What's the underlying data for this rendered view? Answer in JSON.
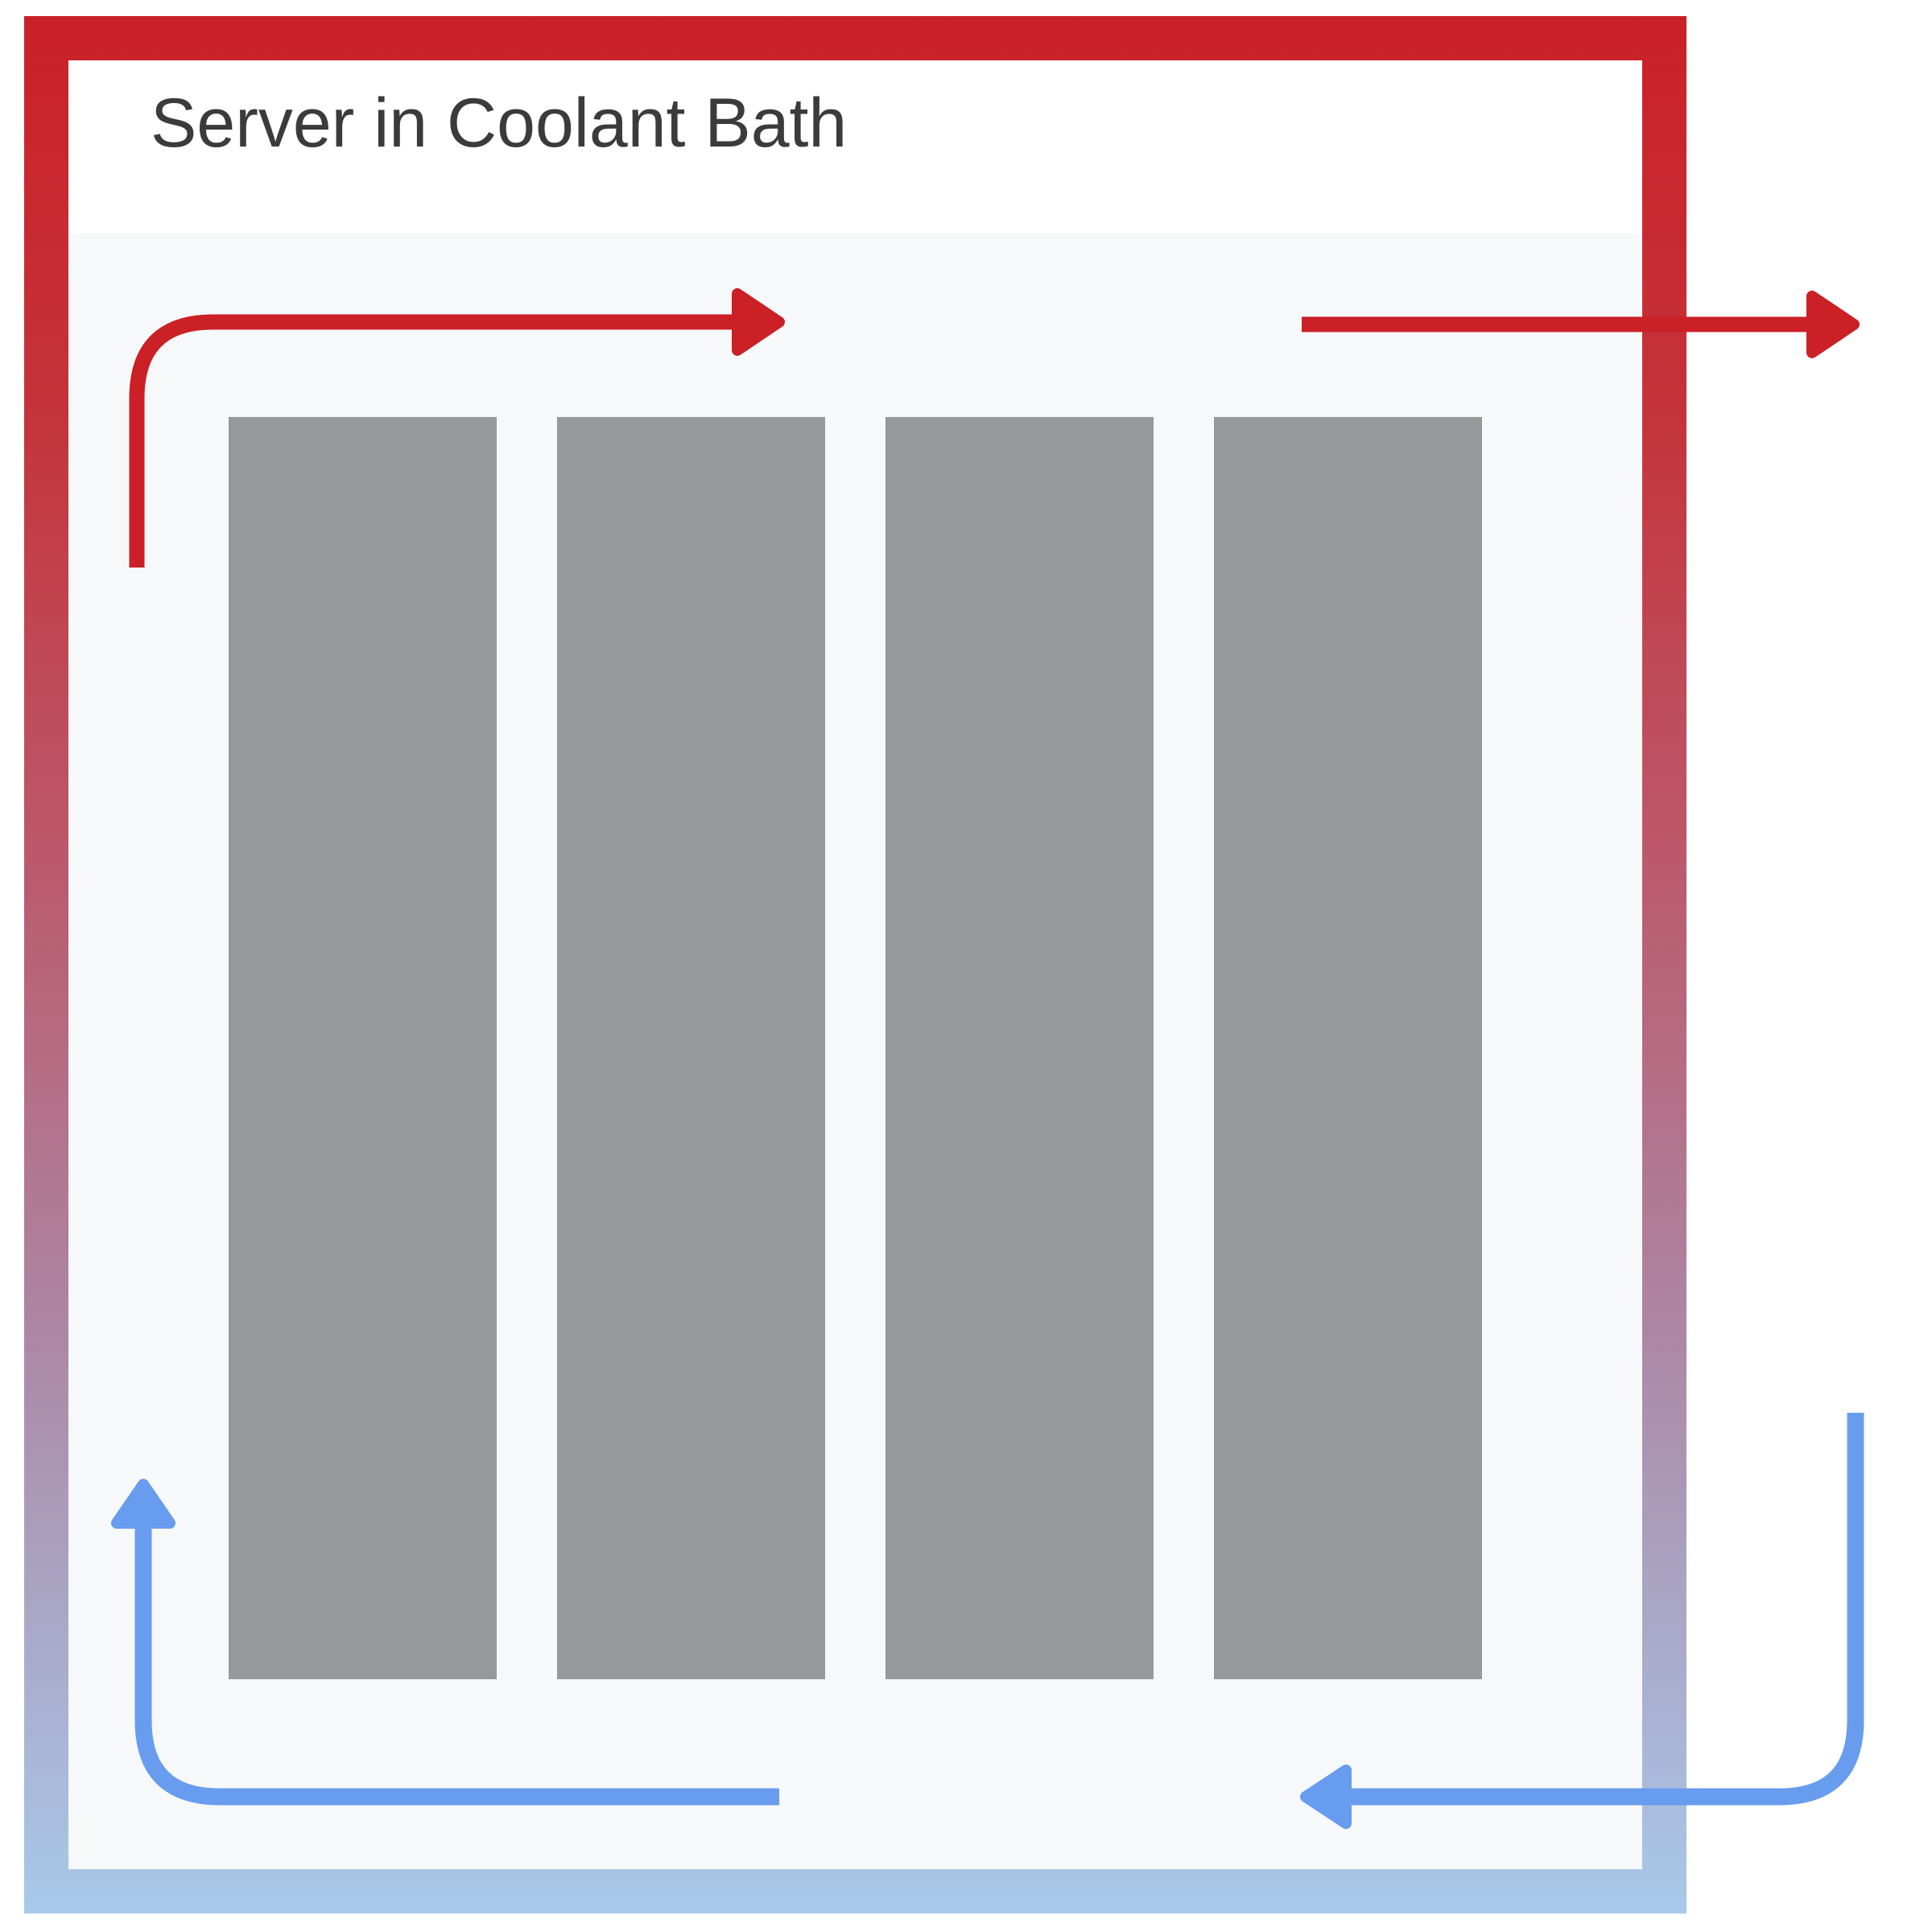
{
  "header": {
    "title": "Server in Coolant Bath"
  },
  "server_boards": {
    "count": 4
  },
  "icons": {
    "hot_flow_left": "hot-coolant-outflow-arrow",
    "hot_flow_right": "hot-coolant-exit-arrow",
    "cool_flow_left": "cool-coolant-rise-arrow",
    "cool_flow_right": "cool-coolant-return-arrow"
  },
  "colors": {
    "page_bg": "#ffffff",
    "title_text": "#3b3b3b",
    "header_bg": "#ffffff",
    "coolant_bath_bg": "#f6f8fa",
    "server_board_fill": "#97989a",
    "hot_flow": "#ca2026",
    "cool_flow": "#689cee",
    "frame_gradient_top": "#ca2127",
    "frame_gradient_upper": "#c53239",
    "frame_gradient_mid": "#bb5a6c",
    "frame_gradient_lower": "#ac88a6",
    "frame_gradient_bottom": "#a8c9ea"
  }
}
